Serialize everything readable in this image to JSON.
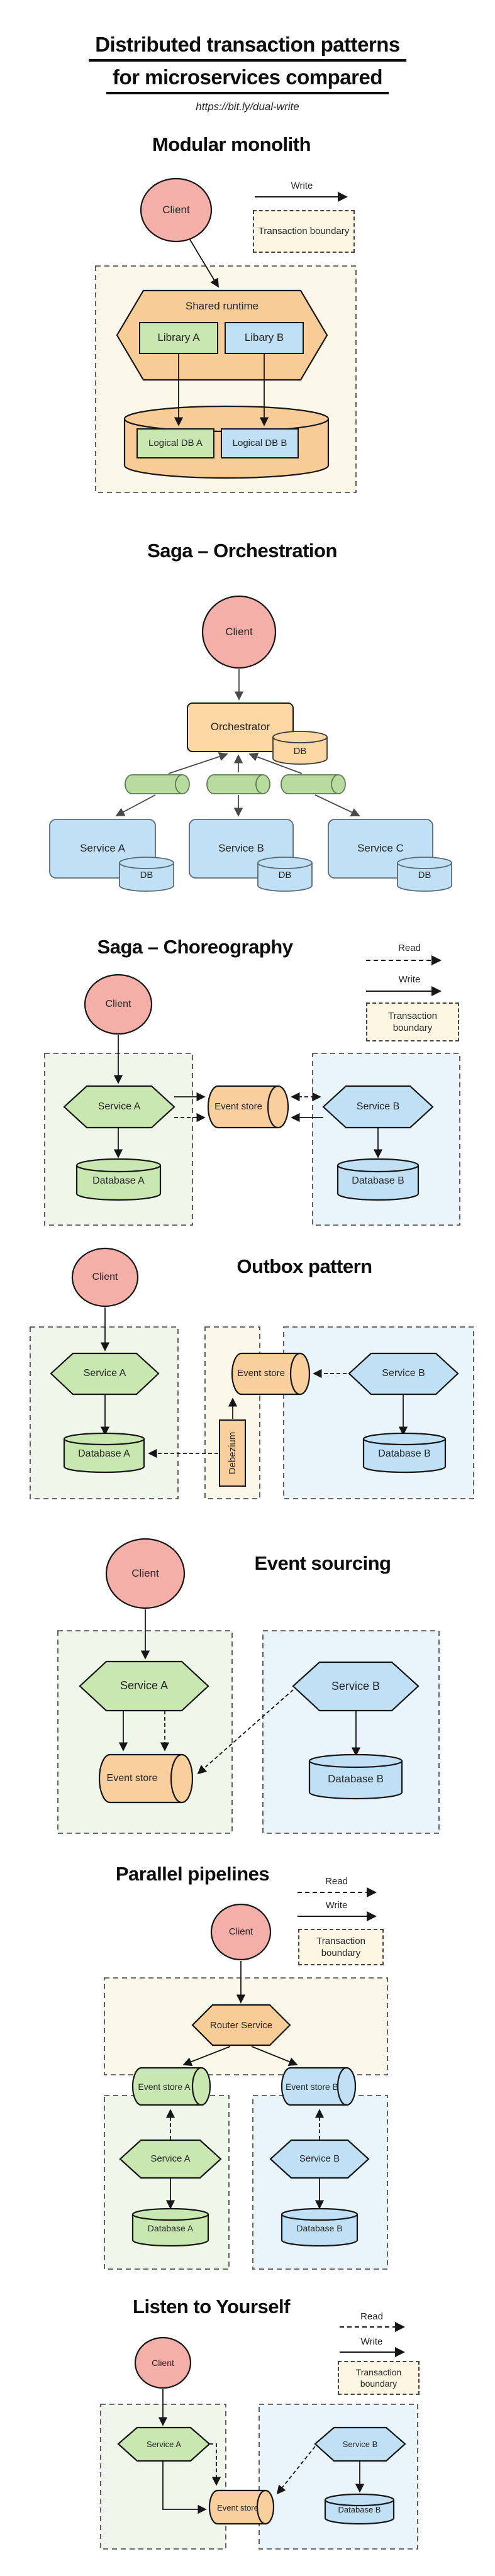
{
  "title": {
    "line1": "Distributed transaction patterns",
    "line2": "for microservices compared",
    "url": "https://bit.ly/dual-write"
  },
  "legend": {
    "read": "Read",
    "write": "Write",
    "boundary": "Transaction boundary"
  },
  "monolith": {
    "heading": "Modular monolith",
    "client": "Client",
    "shared_runtime": "Shared runtime",
    "library_a": "Library A",
    "library_b": "Libary B",
    "logical_db_a": "Logical DB A",
    "logical_db_b": "Logical DB B"
  },
  "orchestration": {
    "heading": "Saga – Orchestration",
    "client": "Client",
    "orchestrator": "Orchestrator",
    "db": "DB",
    "service_a": "Service A",
    "service_b": "Service B",
    "service_c": "Service C"
  },
  "choreography": {
    "heading": "Saga – Choreography",
    "client": "Client",
    "service_a": "Service A",
    "service_b": "Service B",
    "event_store": "Event store",
    "database_a": "Database A",
    "database_b": "Database B"
  },
  "outbox": {
    "heading": "Outbox pattern",
    "client": "Client",
    "service_a": "Service A",
    "service_b": "Service B",
    "event_store": "Event store",
    "debezium": "Debezium",
    "database_a": "Database A",
    "database_b": "Database B"
  },
  "event_sourcing": {
    "heading": "Event sourcing",
    "client": "Client",
    "service_a": "Service A",
    "service_b": "Service B",
    "event_store": "Event store",
    "database_b": "Database B"
  },
  "parallel": {
    "heading": "Parallel pipelines",
    "client": "Client",
    "router": "Router Service",
    "event_store_a": "Event store A",
    "event_store_b": "Event store B",
    "service_a": "Service A",
    "service_b": "Service B",
    "database_a": "Database A",
    "database_b": "Database B"
  },
  "listen": {
    "heading": "Listen to Yourself",
    "client": "Client",
    "service_a": "Service A",
    "service_b": "Service B",
    "event_store": "Event store",
    "database_b": "Database B"
  },
  "colors": {
    "client_pink": "#F4AFA9",
    "orange": "#F8CC97",
    "green": "#C9E7B0",
    "blue": "#BFE0F5",
    "queue_green": "#B8DCA0",
    "cream_bg": "#FBF7E9",
    "green_bg": "#EFF7EA",
    "blue_bg": "#E9F4FB",
    "legend_cream": "#FBF5E1"
  }
}
